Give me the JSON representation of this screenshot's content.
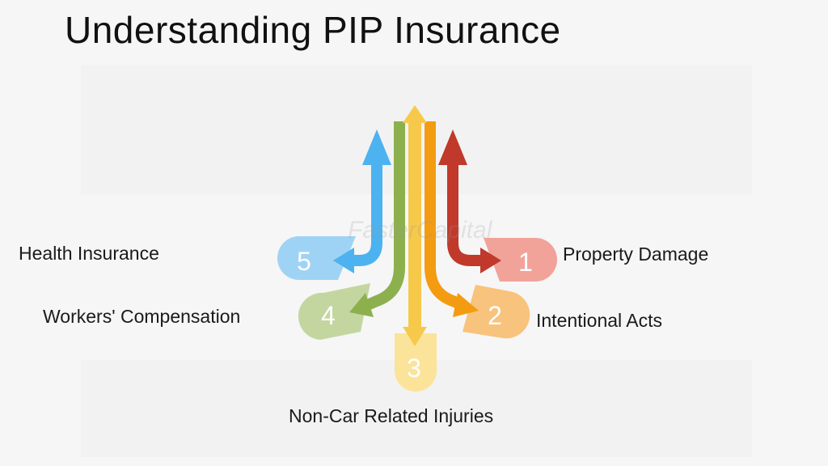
{
  "title": "Understanding PIP Insurance",
  "watermark": "FasterCapital",
  "items": [
    {
      "number": "1",
      "label": "Property Damage",
      "color": "#c0392b",
      "pill_color": "#f1a39a"
    },
    {
      "number": "2",
      "label": "Intentional Acts",
      "color": "#f39c12",
      "pill_color": "#f8c37c"
    },
    {
      "number": "3",
      "label": "Non-Car Related Injuries",
      "color": "#f7c94b",
      "pill_color": "#fbe39a"
    },
    {
      "number": "4",
      "label": "Workers' Compensation",
      "color": "#8db04f",
      "pill_color": "#c3d6a0"
    },
    {
      "number": "5",
      "label": "Health Insurance",
      "color": "#4db2f0",
      "pill_color": "#9fd3f5"
    }
  ]
}
